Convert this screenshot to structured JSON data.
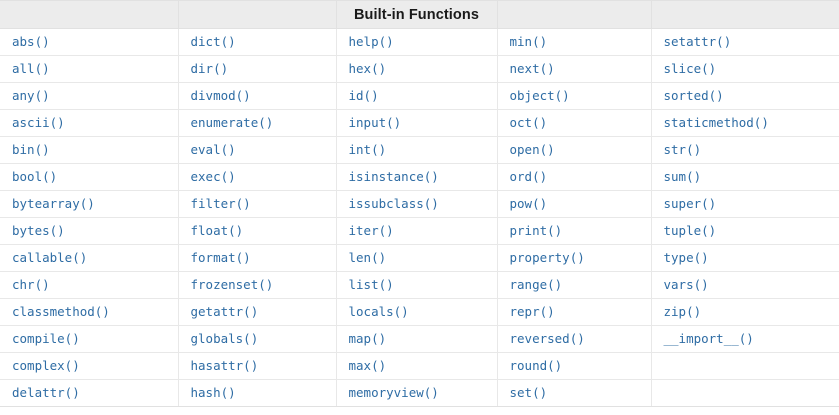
{
  "table": {
    "caption": "Built-in Functions",
    "caption_column_index": 2,
    "columns": 5,
    "rows": 14,
    "accent_link_color": "#2e6ca4",
    "header_background": "#ececec",
    "grid_line_color": "#e8e8e8",
    "header_cells": [
      "",
      "",
      "Built-in Functions",
      "",
      ""
    ],
    "grid": [
      [
        "abs()",
        "dict()",
        "help()",
        "min()",
        "setattr()"
      ],
      [
        "all()",
        "dir()",
        "hex()",
        "next()",
        "slice()"
      ],
      [
        "any()",
        "divmod()",
        "id()",
        "object()",
        "sorted()"
      ],
      [
        "ascii()",
        "enumerate()",
        "input()",
        "oct()",
        "staticmethod()"
      ],
      [
        "bin()",
        "eval()",
        "int()",
        "open()",
        "str()"
      ],
      [
        "bool()",
        "exec()",
        "isinstance()",
        "ord()",
        "sum()"
      ],
      [
        "bytearray()",
        "filter()",
        "issubclass()",
        "pow()",
        "super()"
      ],
      [
        "bytes()",
        "float()",
        "iter()",
        "print()",
        "tuple()"
      ],
      [
        "callable()",
        "format()",
        "len()",
        "property()",
        "type()"
      ],
      [
        "chr()",
        "frozenset()",
        "list()",
        "range()",
        "vars()"
      ],
      [
        "classmethod()",
        "getattr()",
        "locals()",
        "repr()",
        "zip()"
      ],
      [
        "compile()",
        "globals()",
        "map()",
        "reversed()",
        "__import__()"
      ],
      [
        "complex()",
        "hasattr()",
        "max()",
        "round()",
        ""
      ],
      [
        "delattr()",
        "hash()",
        "memoryview()",
        "set()",
        ""
      ]
    ]
  }
}
